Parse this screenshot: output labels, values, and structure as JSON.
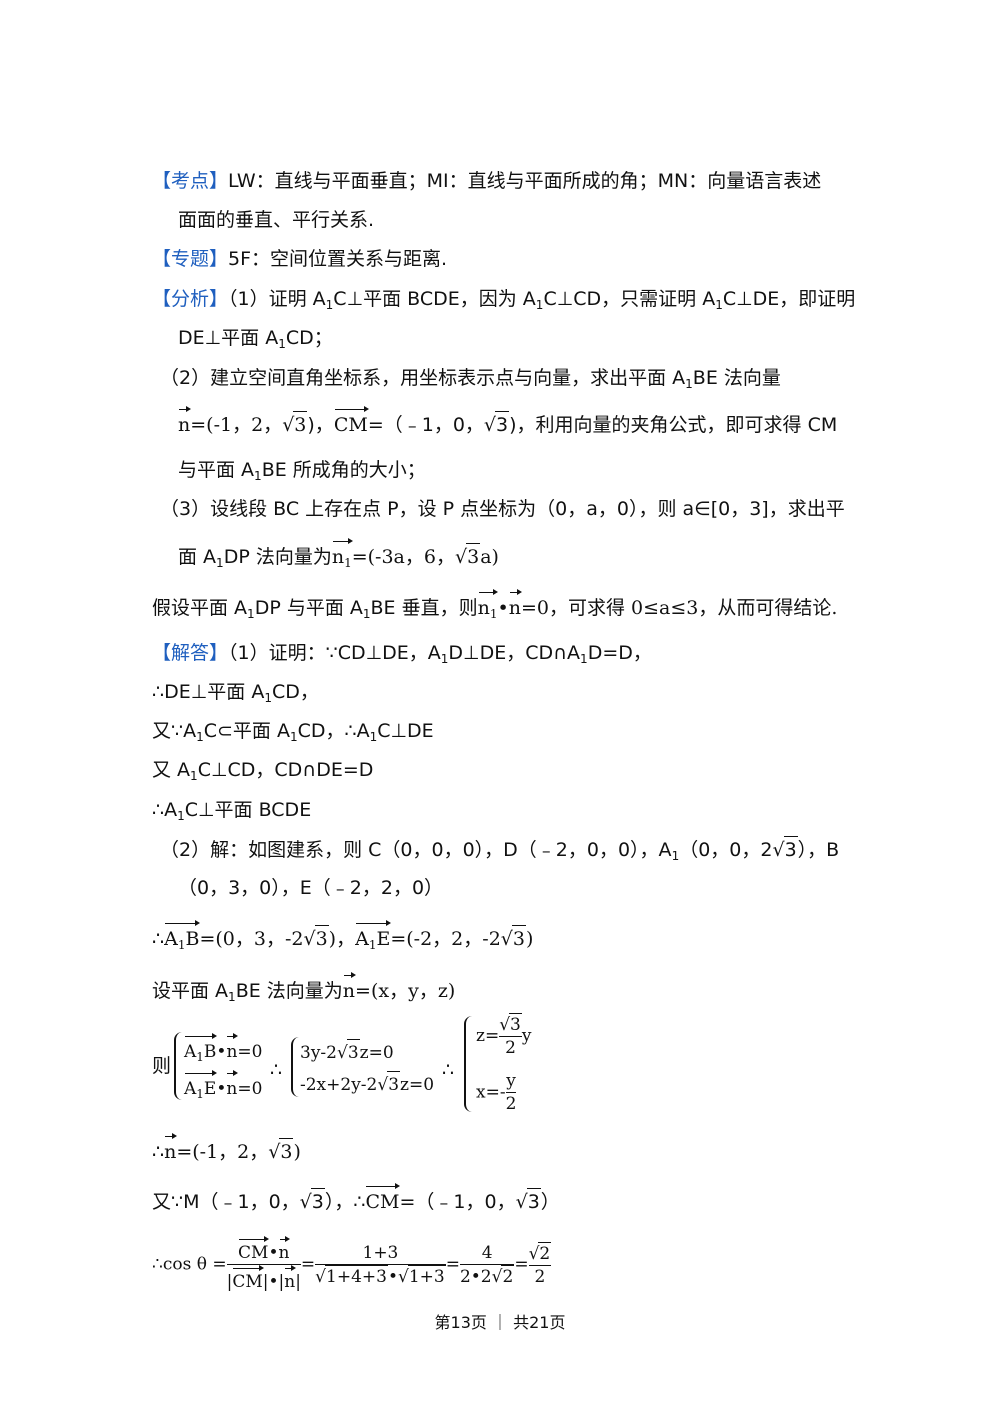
{
  "kaodian": {
    "tag": "【考点】",
    "text": "LW：直线与平面垂直；MI：直线与平面所成的角；MN：向量语言表述",
    "cont": "面面的垂直、平行关系."
  },
  "zhuanti": {
    "tag": "【专题】",
    "text": "5F：空间位置关系与距离."
  },
  "fenxi": {
    "tag": "【分析】",
    "p1a": "（1）证明 A",
    "p1b": "C⊥平面 BCDE，因为 A",
    "p1c": "C⊥CD，只需证明 A",
    "p1d": "C⊥DE，即证明",
    "p1e": "DE⊥平面 A",
    "p1f": "CD；",
    "p2a": "（2）建立空间直角坐标系，用坐标表示点与向量，求出平面 A",
    "p2b": "BE 法向量",
    "p2c": "n",
    "p2d": "=(-1，2，",
    "p2e": "3",
    "p2f": ")，",
    "p2g": "CM",
    "p2h": "=（﹣1，0，",
    "p2i": "3",
    "p2j": ")，利用向量的夹角公式，即可求得 CM",
    "p2k": "与平面 A",
    "p2l": "BE 所成角的大小；",
    "p3a": "（3）设线段 BC 上存在点 P，设 P 点坐标为（0，a，0），则 a∈[0，3]，求出平",
    "p3b": "面 A",
    "p3c": "DP 法向量为",
    "p3d": "n",
    "p3e": "=(-3a，6，",
    "p3f": "3",
    "p3g": "a)",
    "p4a": "假设平面 A",
    "p4b": "DP 与平面 A",
    "p4c": "BE 垂直，则",
    "p4d": "n",
    "p4e": "•",
    "p4f": "n",
    "p4g": "=0，可求得 0≤a≤3，从而可得结论."
  },
  "jieda": {
    "tag": "【解答】",
    "l1": "（1）证明：∵CD⊥DE，A",
    "l1b": "D⊥DE，CD∩A",
    "l1c": "D=D，",
    "l2": "∴DE⊥平面 A",
    "l2b": "CD，",
    "l3": "又∵A",
    "l3b": "C⊂平面 A",
    "l3c": "CD，∴A",
    "l3d": "C⊥DE",
    "l4": "又 A",
    "l4b": "C⊥CD，CD∩DE=D",
    "l5": "∴A",
    "l5b": "C⊥平面 BCDE",
    "l6": "（2）解：如图建系，则 C（0，0，0），D（﹣2，0，0），A",
    "l6b": "（0，0，2",
    "l6c": "3",
    "l6d": "），B",
    "l7": "（0，3，0），E（﹣2，2，0）",
    "l8a": "∴",
    "l8b": "A",
    "l8c": "B",
    "l8d": "=(0，3，-2",
    "l8e": "3",
    "l8f": ")，",
    "l8g": "A",
    "l8h": "E",
    "l8i": "=(-2，2，-2",
    "l8j": "3",
    "l8k": ")",
    "l9a": "设平面 A",
    "l9b": "BE 法向量为",
    "l9c": "n",
    "l9d": "=(x，y，z)",
    "sys_ze": "则",
    "s1a": "A",
    "s1b": "B",
    "s1c": "•",
    "s1d": "n",
    "s1e": "=0",
    "s2a": "A",
    "s2b": "E",
    "s2c": "•",
    "s2d": "n",
    "s2e": "=0",
    "t1": "∴",
    "e1a": "3y-2",
    "e1b": "3",
    "e1c": "z=0",
    "e2a": "-2x+2y-2",
    "e2b": "3",
    "e2c": "z=0",
    "t2": "∴",
    "z1": "z=",
    "z2": "3",
    "z3": "2",
    "z4": "y",
    "x1": "x=-",
    "x2": "y",
    "x3": "2",
    "l10a": "∴",
    "l10b": "n",
    "l10c": "=(-1，2，",
    "l10d": "3",
    "l10e": ")",
    "l11a": "又∵M（﹣1，0，",
    "l11b": "3",
    "l11c": "），∴",
    "l11d": "CM",
    "l11e": "=（﹣1，0，",
    "l11f": "3",
    "l11g": "）",
    "c1": "∴cos θ =",
    "cn1": "CM",
    "cn2": "•",
    "cn3": "n",
    "cd1": "|",
    "cd2": "CM",
    "cd3": "|•|",
    "cd4": "n",
    "cd5": "|",
    "eq": "=",
    "f2n": "1+3",
    "f2d1": "1+4+3",
    "f2d2": "•",
    "f2d3": "1+3",
    "eq2": "=",
    "f3n": "4",
    "f3d1": "2•2",
    "f3d2": "2",
    "eq3": "=",
    "f4n1": "2",
    "f4d": "2"
  },
  "sub1": "1",
  "footer": "第13页 ｜ 共21页"
}
